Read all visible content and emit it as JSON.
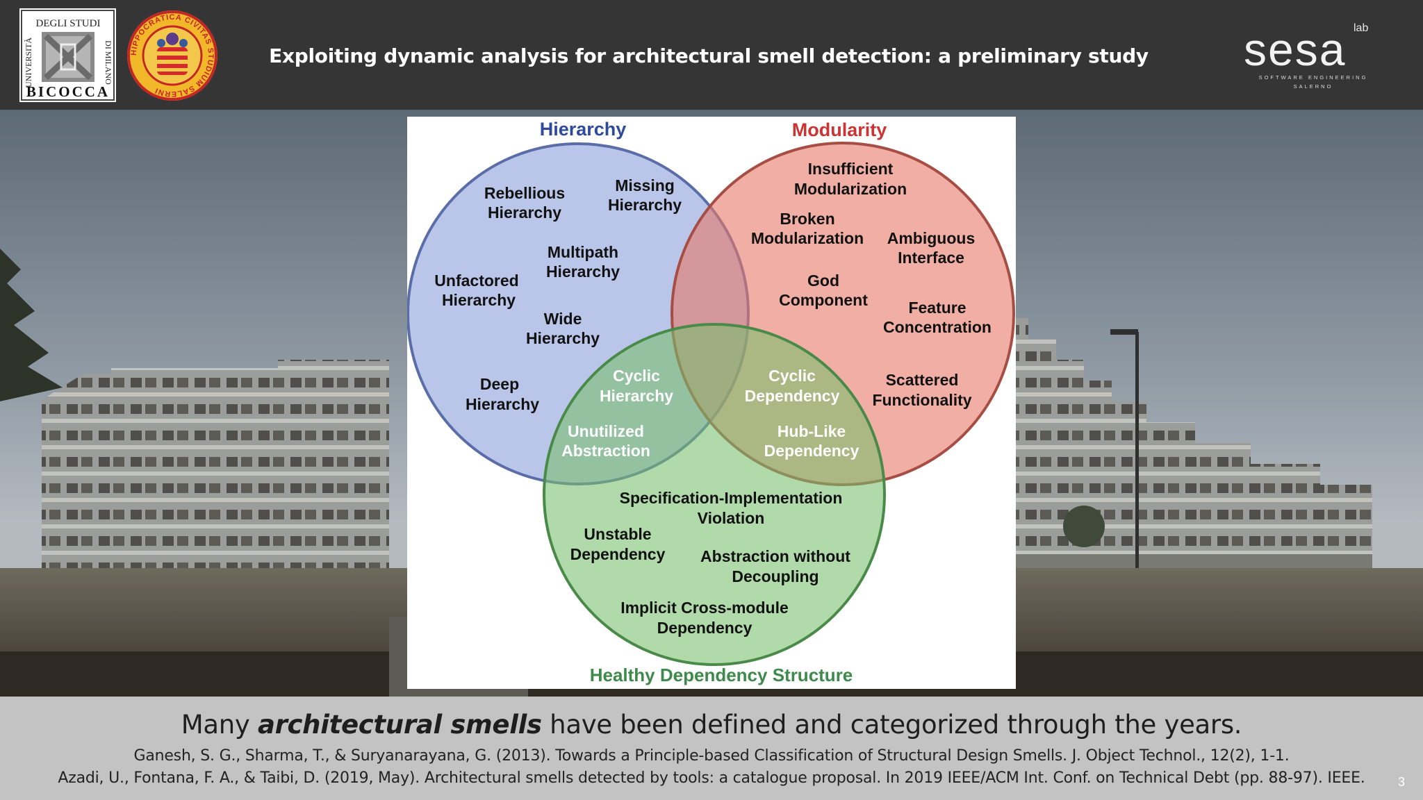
{
  "header": {
    "title": "Exploiting dynamic analysis for architectural smell detection: a preliminary study",
    "logo_left": {
      "name": "UNIVERSITÀ DEGLI STUDI DI MILANO BICOCCA",
      "top_text": "DEGLI STUDI",
      "side_left": "UNIVERSITÀ",
      "side_right": "DI MILANO",
      "bottom_text": "BICOCCA"
    },
    "logo_center": {
      "ring_text": "HIPPOCRATICA CIVITAS STUDIUM SALERNI"
    },
    "logo_right": {
      "name": "sesa",
      "sup": "lab",
      "sub1": "SOFTWARE ENGINEERING",
      "sub2": "SALERNO"
    }
  },
  "venn": {
    "hierarchy_label": "Hierarchy",
    "modularity_label": "Modularity",
    "healthy_label": "Healthy Dependency Structure",
    "colors": {
      "hierarchy": "#2e4a9a",
      "modularity": "#cc3333",
      "healthy": "#3d8a4a"
    },
    "smells": {
      "rebellious_1": "Rebellious",
      "rebellious_2": "Hierarchy",
      "missing_1": "Missing",
      "missing_2": "Hierarchy",
      "multipath_1": "Multipath",
      "multipath_2": "Hierarchy",
      "unfactored_1": "Unfactored",
      "unfactored_2": "Hierarchy",
      "wide_1": "Wide",
      "wide_2": "Hierarchy",
      "deep_1": "Deep",
      "deep_2": "Hierarchy",
      "insufficient_1": "Insufficient",
      "insufficient_2": "Modularization",
      "broken_1": "Broken",
      "broken_2": "Modularization",
      "ambiguous_1": "Ambiguous",
      "ambiguous_2": "Interface",
      "god_1": "God",
      "god_2": "Component",
      "feature_1": "Feature",
      "feature_2": "Concentration",
      "scattered_1": "Scattered",
      "scattered_2": "Functionality",
      "cyclic_h_1": "Cyclic",
      "cyclic_h_2": "Hierarchy",
      "cyclic_d_1": "Cyclic",
      "cyclic_d_2": "Dependency",
      "unutilized_1": "Unutilized",
      "unutilized_2": "Abstraction",
      "hublike_1": "Hub-Like",
      "hublike_2": "Dependency",
      "specimpl_1": "Specification-Implementation",
      "specimpl_2": "Violation",
      "unstable_1": "Unstable",
      "unstable_2": "Dependency",
      "abstraction_1": "Abstraction without",
      "abstraction_2": "Decoupling",
      "implicit_1": "Implicit Cross-module",
      "implicit_2": "Dependency"
    }
  },
  "caption": {
    "pre": "Many ",
    "emph": "architectural smells",
    "post": " have been defined and categorized through the years.",
    "ref1": "Ganesh, S. G., Sharma, T., & Suryanarayana, G. (2013). Towards a Principle-based Classification of Structural Design Smells. J. Object Technol., 12(2), 1-1.",
    "ref2": "Azadi, U., Fontana, F. A., & Taibi, D. (2019, May). Architectural smells detected by tools: a catalogue proposal. In 2019 IEEE/ACM Int. Conf. on Technical Debt (pp. 88-97). IEEE."
  },
  "page_number": "3"
}
